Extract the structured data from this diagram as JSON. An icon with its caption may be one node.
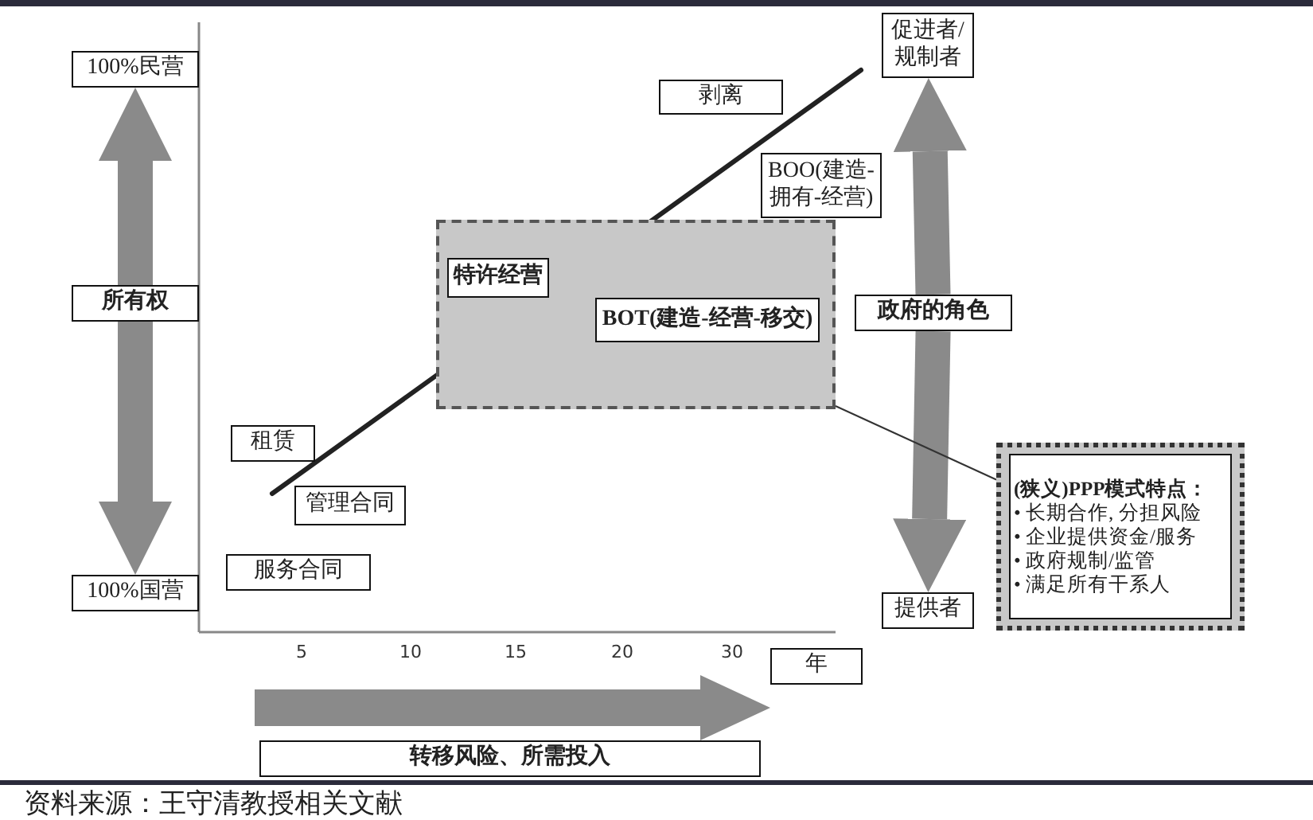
{
  "diagram": {
    "caption": "资料来源：王守清教授相关文献",
    "nodes": [
      {
        "text": [
          "100%民营"
        ]
      },
      {
        "text": [
          "所有权"
        ]
      },
      {
        "text": [
          "100%国营"
        ]
      },
      {
        "text": [
          "剥离"
        ]
      },
      {
        "text": [
          "BOO(建造-拥有-经营)"
        ]
      },
      {
        "text": [],
        "shape": "box"
      },
      {
        "text": [
          "特许经营"
        ],
        "in": 5
      },
      {
        "text": [
          "BOT(建造-经营-移交)"
        ],
        "in": 5
      },
      {
        "text": [
          "租赁"
        ]
      },
      {
        "text": [
          "管理合同"
        ]
      },
      {
        "text": [
          "服务合同"
        ]
      },
      {
        "text": [
          "促进者/规制者"
        ]
      },
      {
        "text": [
          "政府的角色"
        ]
      },
      {
        "text": [
          "提供者"
        ]
      },
      {
        "text": [
          "(狭义)PPP模式特点：",
          "• 长期合作, 分担风险",
          "• 企业提供资金/服务",
          "• 政府规制/监管",
          "• 满足所有干系人"
        ]
      },
      {
        "text": [
          "年"
        ]
      },
      {
        "text": [
          "转移风险、所需投入"
        ]
      }
    ],
    "edges": [
      {
        "from": 1,
        "to": 0,
        "arrow": "to"
      },
      {
        "from": 1,
        "to": 2,
        "arrow": "to"
      },
      {
        "from": 12,
        "to": 11,
        "arrow": "to"
      },
      {
        "from": 12,
        "to": 13,
        "arrow": "to"
      },
      {
        "from": 5,
        "to": 14,
        "arrow": "none"
      }
    ],
    "labels": [
      "5",
      "10",
      "15",
      "20",
      "30"
    ]
  }
}
